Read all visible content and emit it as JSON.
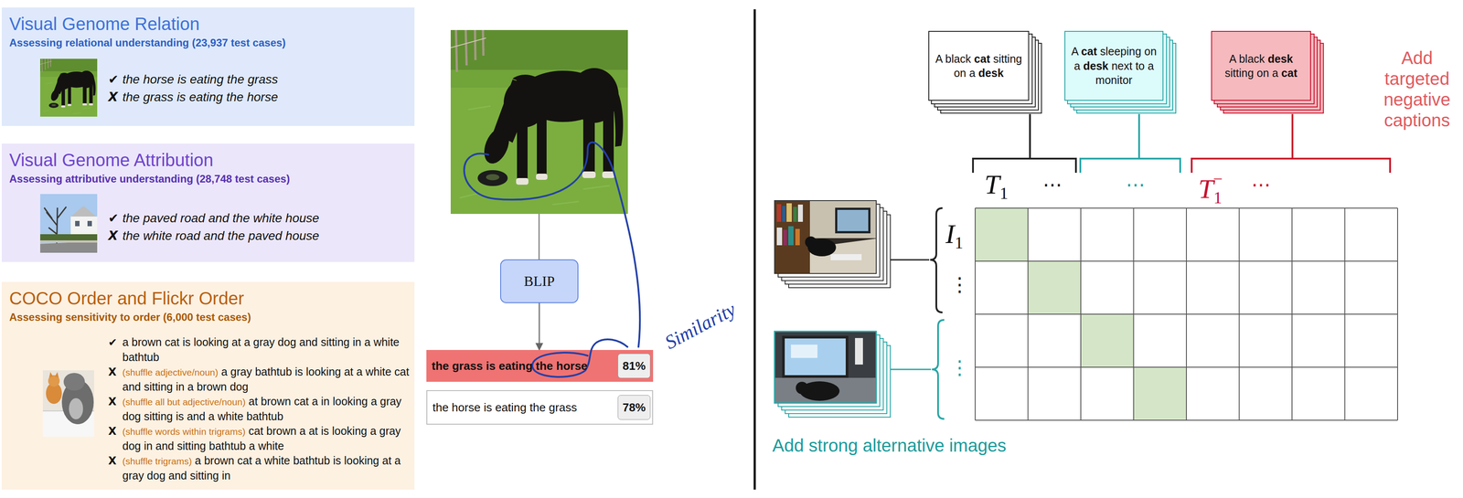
{
  "diagram": {
    "nodes": [
      {
        "text": [
          "Visual Genome Relation",
          "Assessing relational understanding (23,937 test cases)",
          "✔",
          "the horse is eating the grass",
          "X",
          "the grass is eating the horse"
        ]
      },
      {
        "text": [
          "Visual Genome Attribution",
          "Assessing attributive understanding (28,748 test cases)",
          "✔",
          "the paved road and the white house",
          "X",
          "the white road and the paved house"
        ]
      },
      {
        "text": [
          "COCO Order and Flickr Order",
          "Assessing sensitivity to order (6,000 test cases)",
          "✔",
          "a brown cat is looking at a gray dog and sitting in a white bathtub",
          "X",
          "(shuffle adjective/noun)",
          "a gray bathtub is looking at a white cat and sitting in a brown dog",
          "X",
          "(shuffle all but adjective/noun)",
          "at brown cat a in looking a gray dog sitting is and a white bathtub",
          "X",
          "(shuffle words within trigrams)",
          "cat brown a at is looking a gray dog in and sitting bathtub a white",
          "X",
          "(shuffle trigrams)",
          "a brown cat a white bathtub is looking at a gray dog and sitting in"
        ]
      },
      {
        "text": [
          "BLIP"
        ]
      },
      {
        "text": [
          "the grass is eating the horse"
        ]
      },
      {
        "text": [
          "81%"
        ],
        "in": 4
      },
      {
        "text": [
          "the horse is eating the grass"
        ]
      },
      {
        "text": [
          "78%"
        ],
        "in": 6
      },
      {
        "text": [
          "A black",
          "cat",
          "sitting on a",
          "desk"
        ]
      },
      {
        "text": [
          "A",
          "cat",
          "sleeping on a",
          "desk",
          "next to a monitor"
        ]
      },
      {
        "text": [
          "A black",
          "desk",
          "sitting on a",
          "cat"
        ]
      }
    ],
    "edges": [
      {
        "from": 3,
        "to": 4,
        "arrow": "to"
      }
    ],
    "labels": [
      "Similarity",
      "T",
      "1",
      "⋯",
      "⋯",
      "T",
      "1",
      "−",
      "⋯",
      "Add targeted negative captions",
      "I",
      "1",
      "⋮",
      "⋮",
      "Add strong alternative images"
    ]
  }
}
